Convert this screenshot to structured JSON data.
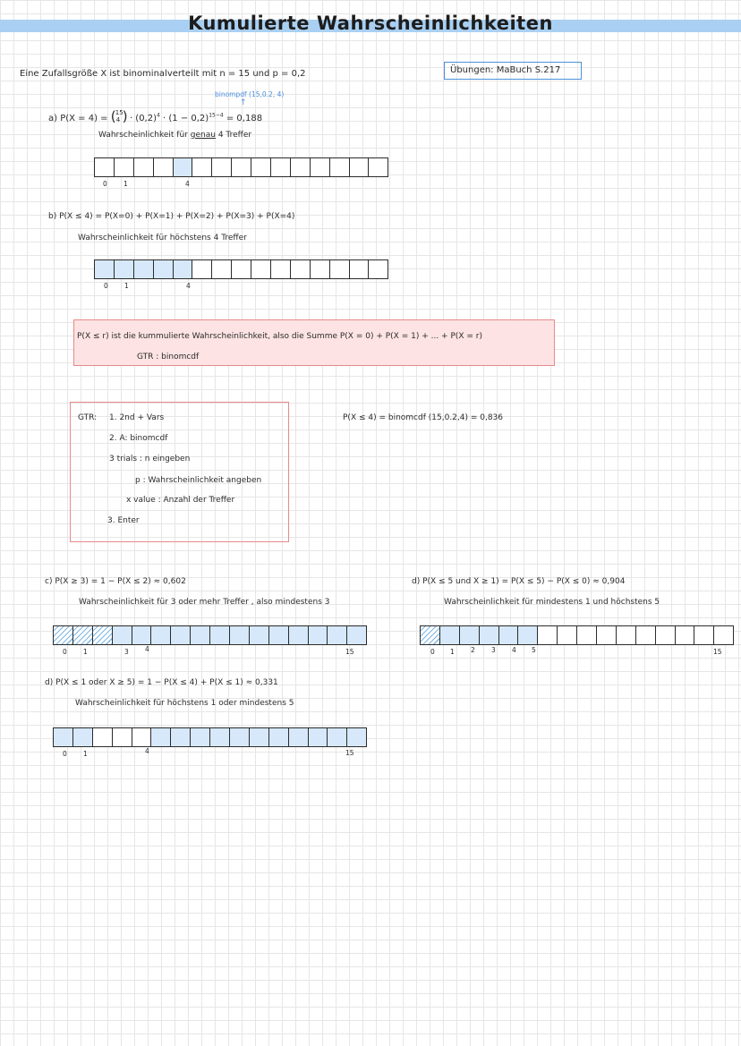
{
  "title": "Kumulierte Wahrscheinlichkeiten",
  "intro": "Eine Zufallsgröße  X  ist  binominalverteilt  mit  n = 15  und  p = 0,2",
  "exercise_box": "Übungen:  MaBuch  S.217",
  "part_a": {
    "annotation": "binompdf (15,0.2, 4)",
    "formula_left": "a)  P(X = 4) =",
    "binom_top": "15",
    "binom_bottom": "4",
    "formula_mid": "· (0,2)",
    "exp1": "4",
    "formula_mid2": "· (1 − 0,2)",
    "exp2": "15−4",
    "result": "= 0,188",
    "caption_pre": "Wahrscheinlichkeit für",
    "caption_underlined": "genau",
    "caption_post": "4 Treffer",
    "labels": [
      "0",
      "1",
      "4"
    ]
  },
  "part_b": {
    "formula": "b)  P(X ≤ 4) = P(X=0) + P(X=1) + P(X=2) + P(X=3) + P(X=4)",
    "caption": "Wahrscheinlichkeit für höchstens 4 Treffer",
    "labels": [
      "0",
      "1",
      "4"
    ]
  },
  "definition": {
    "line1": "P(X ≤ r)  ist  die  kummulierte  Wahrscheinlichkeit,  also  die  Summe     P(X = 0) + P(X = 1) + ... + P(X = r)",
    "line2": "GTR :  binomcdf"
  },
  "gtr_steps": {
    "label": "GTR:",
    "step1": "1. 2nd + Vars",
    "step2": "2. A: binomcdf",
    "step3": "3  trials :  n  eingeben",
    "step3p": "p :  Wahrscheinlichkeit  angeben",
    "step3x": "x  value :  Anzahl  der  Treffer",
    "step4": "3.  Enter"
  },
  "gtr_result": "P(X ≤ 4)  =  binomcdf (15,0.2,4)  =  0,836",
  "part_c": {
    "formula": "c)  P(X ≥ 3)  =  1 − P(X ≤ 2)  ≈  0,602",
    "caption": "Wahrscheinlichkeit  für  3  oder  mehr  Treffer ,  also  mindestens  3",
    "labels": [
      "0",
      "1",
      "3",
      "4",
      "15"
    ]
  },
  "part_d1": {
    "formula": "d)  P(X ≤ 5  und  X ≥ 1)  =  P(X ≤ 5) − P(X ≤ 0)  ≈  0,904",
    "caption": "Wahrscheinlichkeit  für  mindestens  1  und    höchstens  5",
    "labels": [
      "0",
      "1",
      "2",
      "3",
      "4",
      "5",
      "15"
    ]
  },
  "part_d2": {
    "formula": "d)  P(X ≤ 1  oder   X ≥ 5)  =   1 − P(X ≤ 4) + P(X ≤ 1)   ≈ 0,331",
    "caption": "Wahrscheinlichkeit  für  höchstens  1  oder  mindestens  5",
    "labels": [
      "0",
      "1",
      "4",
      "15"
    ]
  },
  "colors": {
    "title_band": "#a9d0f2",
    "fill": "#d6e8fa",
    "box_red": "#e78a8a",
    "box_blue": "#4a90d9"
  }
}
